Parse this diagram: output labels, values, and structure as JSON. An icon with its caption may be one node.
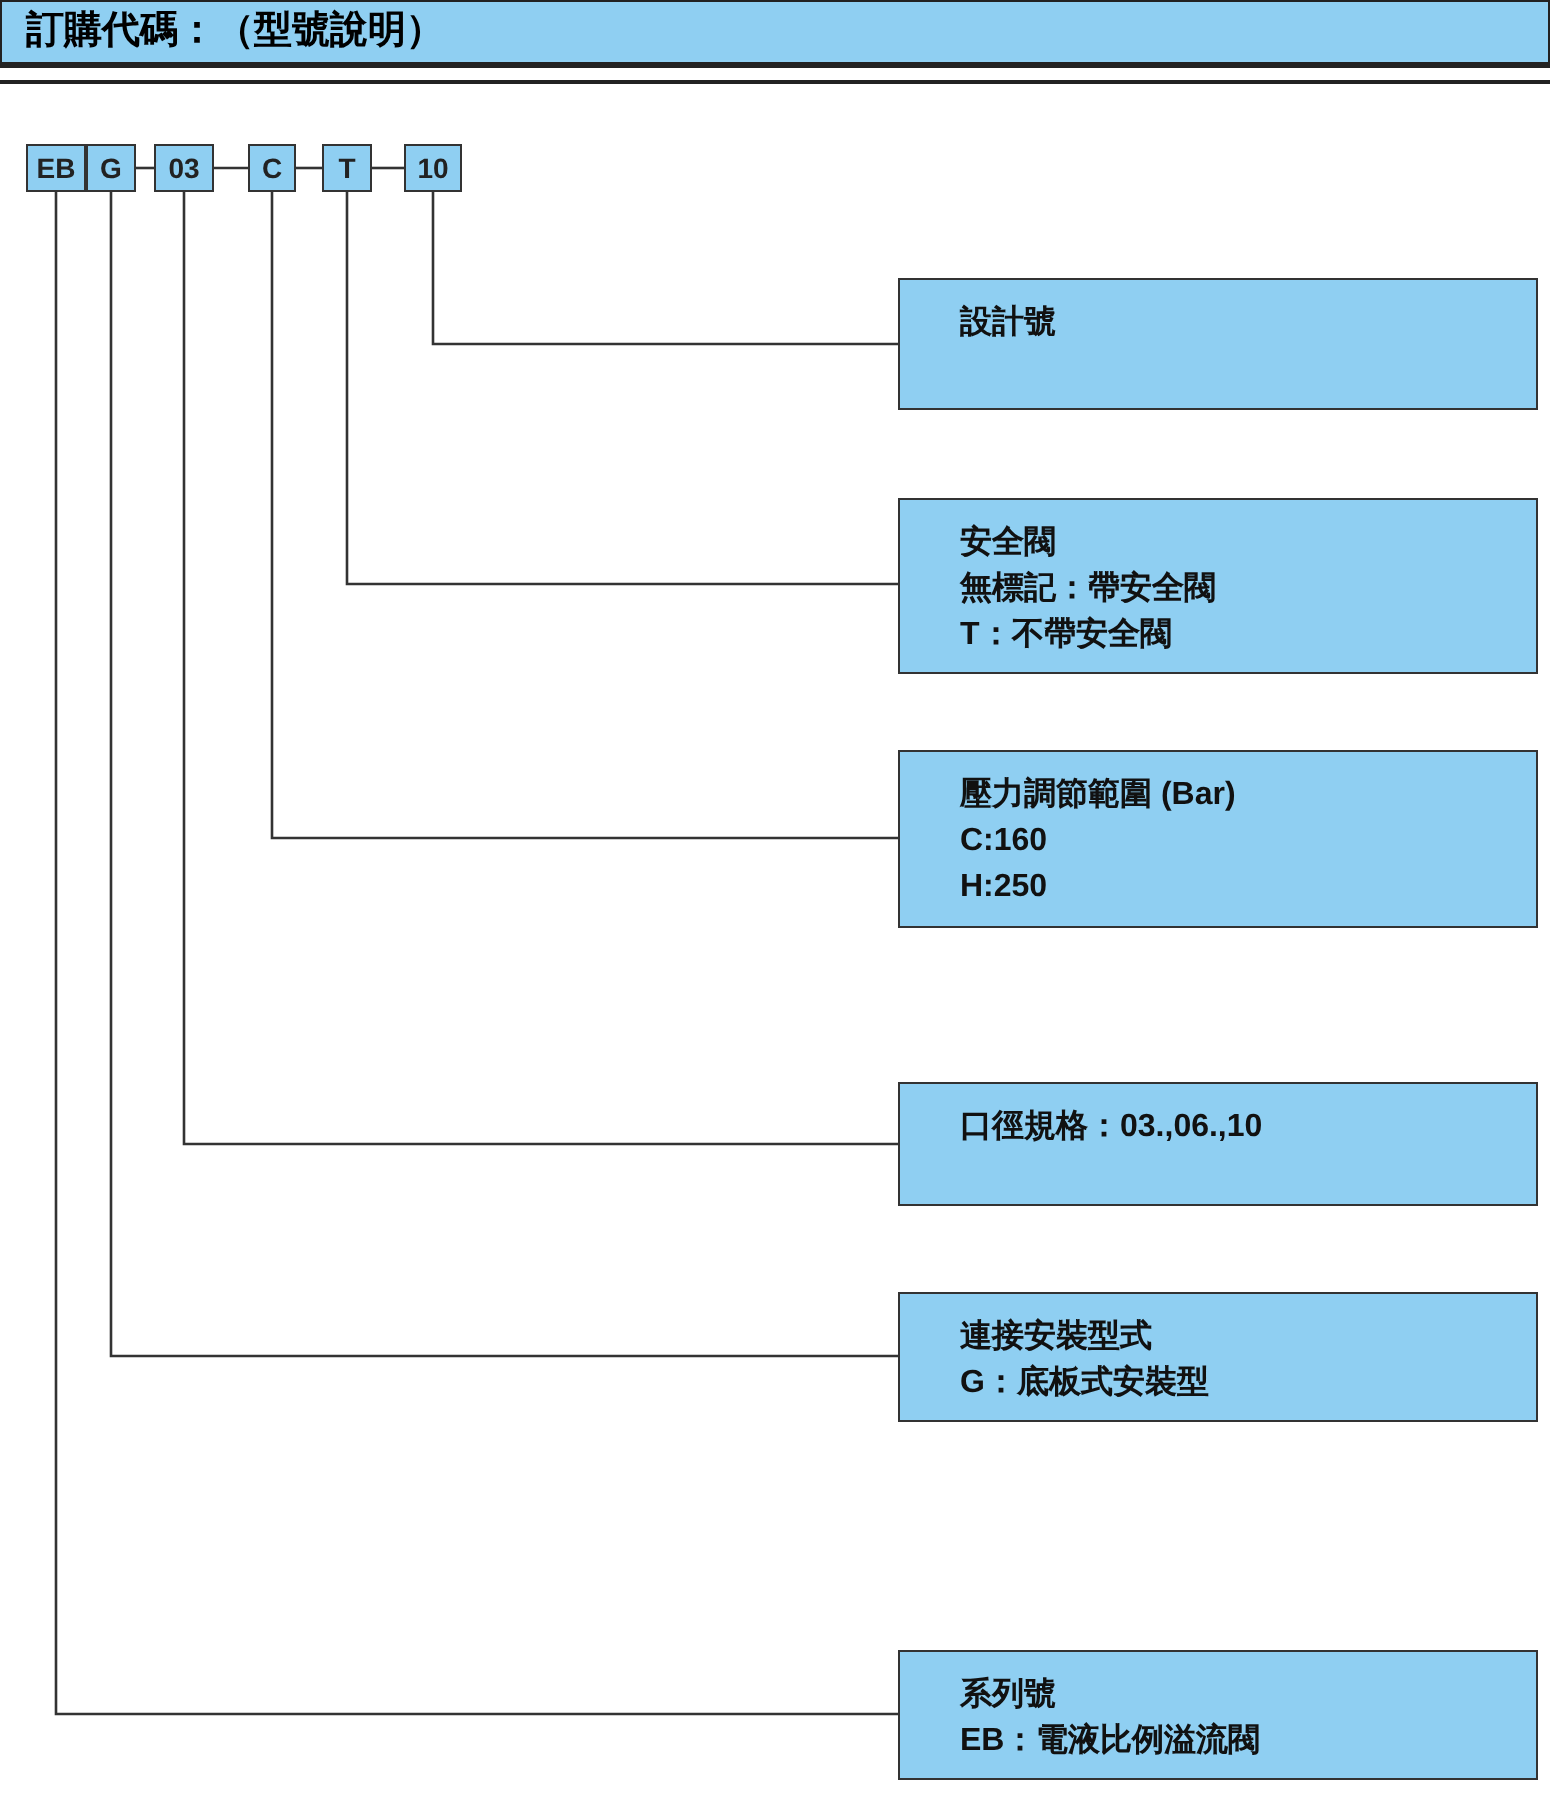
{
  "diagram": {
    "title": "訂購代碼：（型號說明）",
    "nodes": [
      {
        "text": [
          "EB"
        ]
      },
      {
        "text": [
          "G"
        ]
      },
      {
        "text": [
          "03"
        ]
      },
      {
        "text": [
          "C"
        ]
      },
      {
        "text": [
          "T"
        ]
      },
      {
        "text": [
          "10"
        ]
      },
      {
        "text": [
          "設計號"
        ]
      },
      {
        "text": [
          "安全閥",
          "無標記：帶安全閥",
          "T：不帶安全閥"
        ]
      },
      {
        "text": [
          "壓力調節範圍 (Bar)",
          "C:160",
          "H:250"
        ]
      },
      {
        "text": [
          "口徑規格：03.,06.,10"
        ]
      },
      {
        "text": [
          "連接安裝型式",
          "G：底板式安裝型"
        ]
      },
      {
        "text": [
          "系列號",
          "EB：電液比例溢流閥"
        ]
      }
    ],
    "edges": [
      {
        "from": 1,
        "to": 2,
        "arrow": "none"
      },
      {
        "from": 2,
        "to": 3,
        "arrow": "none"
      },
      {
        "from": 3,
        "to": 4,
        "arrow": "none"
      },
      {
        "from": 4,
        "to": 5,
        "arrow": "none"
      },
      {
        "from": 5,
        "to": 6,
        "arrow": "none"
      },
      {
        "from": 4,
        "to": 7,
        "arrow": "none"
      },
      {
        "from": 3,
        "to": 8,
        "arrow": "none"
      },
      {
        "from": 2,
        "to": 9,
        "arrow": "none"
      },
      {
        "from": 1,
        "to": 10,
        "arrow": "none"
      },
      {
        "from": 0,
        "to": 11,
        "arrow": "none"
      }
    ]
  }
}
